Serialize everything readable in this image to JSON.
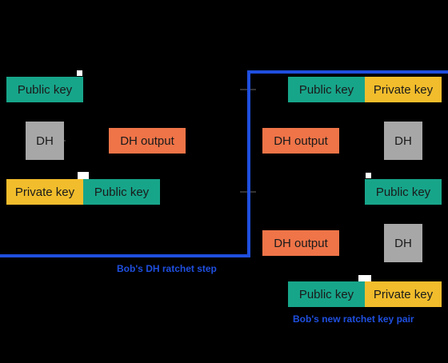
{
  "labels": {
    "public_key": "Public key",
    "private_key": "Private key",
    "dh": "DH",
    "dh_output": "DH output"
  },
  "captions": {
    "dh_ratchet_step": "Bob's DH ratchet step",
    "new_ratchet_key_pair": "Bob's new ratchet key pair"
  },
  "colors": {
    "background": "#000000",
    "public_key": "#17a58a",
    "private_key": "#f2bd2c",
    "dh_output": "#ef7448",
    "dh_function": "#a7a7a7",
    "ratchet_line": "#1f4fe0"
  }
}
